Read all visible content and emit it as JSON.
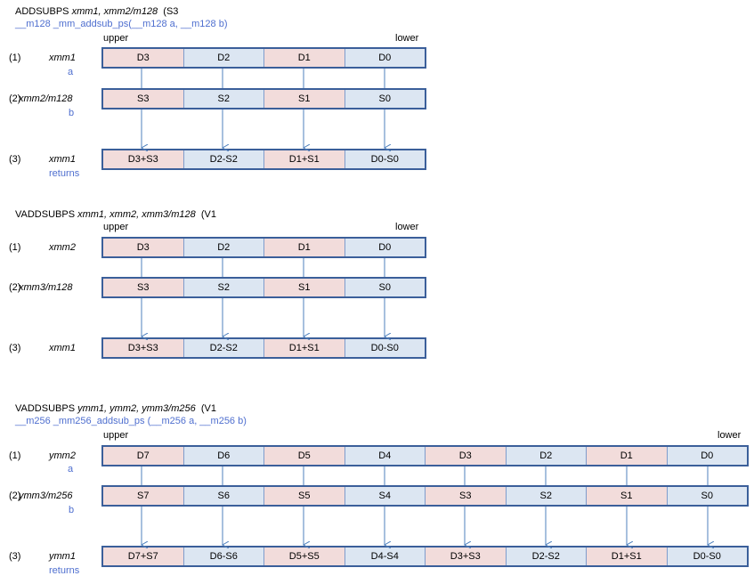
{
  "section1": {
    "title_mnemonic": "ADDSUBPS",
    "title_operands": "xmm1, xmm2/m128",
    "title_suffix": "(S3",
    "intrinsic": "__m128  _mm_addsub_ps(__m128  a, __m128 b)",
    "upper": "upper",
    "lower": "lower",
    "row1": {
      "num": "(1)",
      "name": "xmm1",
      "param": "a",
      "cells": [
        "D3",
        "D2",
        "D1",
        "D0"
      ]
    },
    "row2": {
      "num": "(2)",
      "name": "xmm2/m128",
      "param": "b",
      "cells": [
        "S3",
        "S2",
        "S1",
        "S0"
      ]
    },
    "row3": {
      "num": "(3)",
      "name": "xmm1",
      "param": "returns",
      "cells": [
        "D3+S3",
        "D2-S2",
        "D1+S1",
        "D0-S0"
      ]
    }
  },
  "section2": {
    "title_mnemonic": "VADDSUBPS",
    "title_operands": "xmm1, xmm2, xmm3/m128",
    "title_suffix": "(V1",
    "upper": "upper",
    "lower": "lower",
    "row1": {
      "num": "(1)",
      "name": "xmm2",
      "cells": [
        "D3",
        "D2",
        "D1",
        "D0"
      ]
    },
    "row2": {
      "num": "(2)",
      "name": "xmm3/m128",
      "cells": [
        "S3",
        "S2",
        "S1",
        "S0"
      ]
    },
    "row3": {
      "num": "(3)",
      "name": "xmm1",
      "cells": [
        "D3+S3",
        "D2-S2",
        "D1+S1",
        "D0-S0"
      ]
    }
  },
  "section3": {
    "title_mnemonic": "VADDSUBPS",
    "title_operands": "ymm1, ymm2, ymm3/m256",
    "title_suffix": "(V1",
    "intrinsic": "__m256  _mm256_addsub_ps (__m256 a, __m256 b)",
    "upper": "upper",
    "lower": "lower",
    "row1": {
      "num": "(1)",
      "name": "ymm2",
      "param": "a",
      "cells": [
        "D7",
        "D6",
        "D5",
        "D4",
        "D3",
        "D2",
        "D1",
        "D0"
      ]
    },
    "row2": {
      "num": "(2)",
      "name": "ymm3/m256",
      "param": "b",
      "cells": [
        "S7",
        "S6",
        "S5",
        "S4",
        "S3",
        "S2",
        "S1",
        "S0"
      ]
    },
    "row3": {
      "num": "(3)",
      "name": "ymm1",
      "param": "returns",
      "cells": [
        "D7+S7",
        "D6-S6",
        "D5+S5",
        "D4-S4",
        "D3+S3",
        "D2-S2",
        "D1+S1",
        "D0-S0"
      ]
    }
  },
  "colors": {
    "pink": "#f2dcdb",
    "light_blue": "#dce6f2",
    "border": "#3b5f9a",
    "arrow": "#4f81bd",
    "intrinsic_text": "#4f6fcf"
  }
}
